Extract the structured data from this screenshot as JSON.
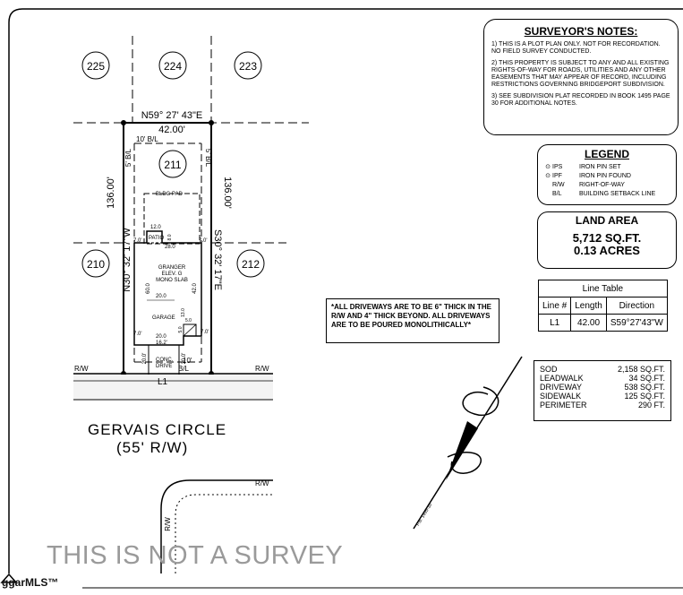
{
  "surveyor_notes": {
    "title": "SURVEYOR'S NOTES:",
    "note_1": "1) THIS IS A PLOT PLAN ONLY. NOT FOR RECORDATION. NO FIELD SURVEY CONDUCTED.",
    "note_2": "2) THIS PROPERTY IS SUBJECT TO ANY AND ALL EXISTING RIGHTS-OF-WAY FOR ROADS, UTILITIES AND ANY OTHER EASEMENTS THAT MAY APPEAR OF RECORD, INCLUDING RESTRICTIONS GOVERNING BRIDGEPORT SUBDIVISION.",
    "note_3": "3) SEE SUBDIVISION PLAT RECORDED IN BOOK 1495 PAGE 30 FOR ADDITIONAL NOTES."
  },
  "legend": {
    "title": "LEGEND",
    "items": [
      {
        "abbr": "IPS",
        "desc": "IRON PIN SET"
      },
      {
        "abbr": "IPF",
        "desc": "IRON PIN FOUND"
      },
      {
        "abbr": "R/W",
        "desc": "RIGHT-OF-WAY"
      },
      {
        "abbr": "B/L",
        "desc": "BUILDING SETBACK LINE"
      }
    ]
  },
  "land_area": {
    "title": "LAND AREA",
    "sqft": "5,712 SQ.FT.",
    "acres": "0.13 ACRES"
  },
  "driveway_note": "*ALL DRIVEWAYS ARE TO BE 6\" THICK IN THE R/W AND 4\" THICK BEYOND. ALL DRIVEWAYS ARE TO BE POURED MONOLITHICALLY*",
  "line_table": {
    "title": "Line Table",
    "headers": [
      "Line #",
      "Length",
      "Direction"
    ],
    "row": {
      "line": "L1",
      "length": "42.00",
      "direction": "S59°27'43\"W"
    }
  },
  "quantities": [
    {
      "name": "SOD",
      "value": "2,158 SQ.FT."
    },
    {
      "name": "LEADWALK",
      "value": "34 SQ.FT."
    },
    {
      "name": "DRIVEWAY",
      "value": "538 SQ.FT."
    },
    {
      "name": "SIDEWALK",
      "value": "125 SQ.FT."
    },
    {
      "name": "PERIMETER",
      "value": "290 FT."
    }
  ],
  "plan": {
    "lots": {
      "l225": "225",
      "l224": "224",
      "l223": "223",
      "l211": "211",
      "l210": "210",
      "l212": "212"
    },
    "north_bearing": "N59° 27' 43\"E",
    "north_length": "42.00'",
    "left_length": "136.00'",
    "right_length": "136.00'",
    "left_bearing": "N30° 32' 17\"W",
    "right_bearing": "S30° 32' 17\"E",
    "setback_rear": "10' B/L",
    "setback_side_left": "5' B/L",
    "setback_side_right": "5' B/L",
    "setback_front": "10'",
    "setback_front_bl": "B/L",
    "bldg_pad": "BLDG PAD",
    "patio": "PATIO",
    "patio_width": "12.0",
    "patio_depth": "8.0",
    "house_name": "GRANGER",
    "house_elev": "ELEV. G",
    "house_slab": "MONO SLAB",
    "house_width": "28.0",
    "house_depth_left": "60.0",
    "house_depth_right": "42.0",
    "garage": "GARAGE",
    "garage_width": "20.0",
    "garage_front": "20.0",
    "garage_side": "13.0",
    "porch_w": "5.0",
    "porch_d": "5.0",
    "offset_left_top": "7.0'",
    "offset_right_top": "7.0'",
    "offset_left_bottom": "7.0'",
    "offset_right_bottom": "7.0'",
    "drive_width": "16.2'",
    "drive_len_left": "20.0'",
    "drive_len_right": "20.0'",
    "drive_label_1": "CONC.",
    "drive_label_2": "DRIVE",
    "rw_left": "R/W",
    "rw_right": "R/W",
    "line_label": "L1",
    "rw_lower": "R/W",
    "rw_lower_vert": "R/W",
    "pb_ref": "P.B. 1495-30"
  },
  "road_name": "GERVAIS CIRCLE",
  "road_rw": "(55' R/W)",
  "disclaimer": "THIS IS NOT A SURVEY",
  "watermark": "ggarMLS™"
}
